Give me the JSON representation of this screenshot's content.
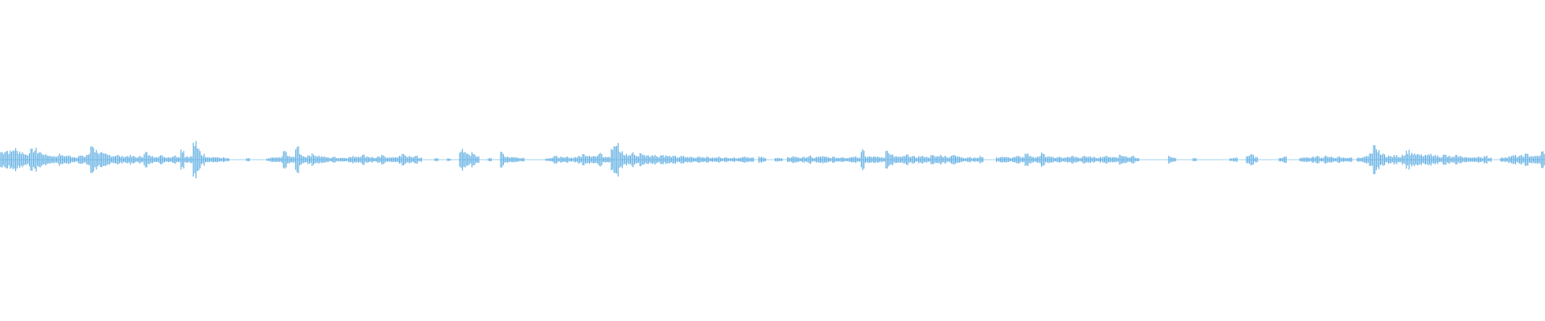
{
  "waveform": {
    "color": "#5dade2",
    "center_line_visible": true,
    "amplitude_envelope": [
      0.12,
      0.14,
      0.12,
      0.16,
      0.13,
      0.11,
      0.08,
      0.14,
      0.15,
      0.12,
      0.09,
      0.07,
      0.06,
      0.05,
      0.08,
      0.06,
      0.06,
      0.05,
      0.04,
      0.06,
      0.05,
      0.08,
      0.22,
      0.14,
      0.1,
      0.08,
      0.07,
      0.06,
      0.07,
      0.05,
      0.05,
      0.06,
      0.05,
      0.04,
      0.05,
      0.11,
      0.06,
      0.05,
      0.05,
      0.06,
      0.04,
      0.04,
      0.06,
      0.05,
      0.15,
      0.05,
      0.05,
      0.24,
      0.16,
      0.08,
      0.05,
      0.04,
      0.04,
      0.03,
      0.03,
      0.02,
      0.0,
      0.0,
      0.0,
      0.0,
      0.02,
      0.0,
      0.0,
      0.0,
      0.0,
      0.02,
      0.03,
      0.03,
      0.04,
      0.13,
      0.05,
      0.04,
      0.22,
      0.07,
      0.05,
      0.07,
      0.08,
      0.06,
      0.05,
      0.04,
      0.03,
      0.04,
      0.03,
      0.03,
      0.03,
      0.04,
      0.05,
      0.05,
      0.07,
      0.05,
      0.04,
      0.03,
      0.04,
      0.06,
      0.04,
      0.03,
      0.04,
      0.05,
      0.08,
      0.05,
      0.04,
      0.06,
      0.03,
      0.0,
      0.0,
      0.0,
      0.02,
      0.0,
      0.0,
      0.02,
      0.0,
      0.0,
      0.14,
      0.1,
      0.08,
      0.1,
      0.06,
      0.0,
      0.0,
      0.02,
      0.0,
      0.0,
      0.12,
      0.05,
      0.04,
      0.04,
      0.03,
      0.03,
      0.0,
      0.0,
      0.0,
      0.0,
      0.0,
      0.02,
      0.03,
      0.05,
      0.04,
      0.03,
      0.04,
      0.03,
      0.04,
      0.05,
      0.08,
      0.07,
      0.06,
      0.05,
      0.12,
      0.05,
      0.05,
      0.18,
      0.22,
      0.12,
      0.08,
      0.07,
      0.1,
      0.06,
      0.09,
      0.07,
      0.06,
      0.08,
      0.05,
      0.07,
      0.06,
      0.05,
      0.05,
      0.04,
      0.05,
      0.04,
      0.04,
      0.03,
      0.05,
      0.04,
      0.04,
      0.03,
      0.03,
      0.04,
      0.03,
      0.03,
      0.03,
      0.03,
      0.03,
      0.05,
      0.04,
      0.03,
      0.0,
      0.04,
      0.03,
      0.0,
      0.0,
      0.03,
      0.02,
      0.0,
      0.03,
      0.05,
      0.04,
      0.03,
      0.04,
      0.05,
      0.03,
      0.04,
      0.05,
      0.04,
      0.03,
      0.04,
      0.03,
      0.04,
      0.03,
      0.04,
      0.05,
      0.04,
      0.16,
      0.05,
      0.04,
      0.05,
      0.04,
      0.04,
      0.13,
      0.07,
      0.05,
      0.04,
      0.05,
      0.07,
      0.05,
      0.04,
      0.05,
      0.05,
      0.04,
      0.06,
      0.05,
      0.07,
      0.05,
      0.04,
      0.08,
      0.05,
      0.04,
      0.03,
      0.04,
      0.03,
      0.03,
      0.05,
      0.0,
      0.0,
      0.0,
      0.03,
      0.05,
      0.04,
      0.03,
      0.04,
      0.05,
      0.04,
      0.08,
      0.05,
      0.04,
      0.05,
      0.11,
      0.05,
      0.04,
      0.03,
      0.04,
      0.03,
      0.04,
      0.05,
      0.04,
      0.03,
      0.06,
      0.04,
      0.04,
      0.03,
      0.04,
      0.05,
      0.05,
      0.04,
      0.04,
      0.07,
      0.05,
      0.04,
      0.06,
      0.03,
      0.0,
      0.0,
      0.0,
      0.0,
      0.0,
      0.0,
      0.0,
      0.05,
      0.03,
      0.0,
      0.0,
      0.0,
      0.0,
      0.02,
      0.0,
      0.0,
      0.0,
      0.0,
      0.0,
      0.0,
      0.0,
      0.0,
      0.02,
      0.03,
      0.0,
      0.0,
      0.05,
      0.09,
      0.04,
      0.0,
      0.0,
      0.0,
      0.0,
      0.0,
      0.03,
      0.04,
      0.0,
      0.0,
      0.0,
      0.03,
      0.04,
      0.03,
      0.04,
      0.05,
      0.03,
      0.06,
      0.04,
      0.03,
      0.04,
      0.03,
      0.03,
      0.03,
      0.0,
      0.03,
      0.04,
      0.05,
      0.08,
      0.2,
      0.12,
      0.08,
      0.06,
      0.05,
      0.06,
      0.05,
      0.08,
      0.13,
      0.1,
      0.08,
      0.07,
      0.06,
      0.07,
      0.08,
      0.06,
      0.05,
      0.07,
      0.05,
      0.04,
      0.06,
      0.05,
      0.04,
      0.03,
      0.04,
      0.04,
      0.03,
      0.06,
      0.03,
      0.0,
      0.0,
      0.03,
      0.04,
      0.05,
      0.06,
      0.05,
      0.06,
      0.08,
      0.06,
      0.05,
      0.06,
      0.12
    ]
  }
}
